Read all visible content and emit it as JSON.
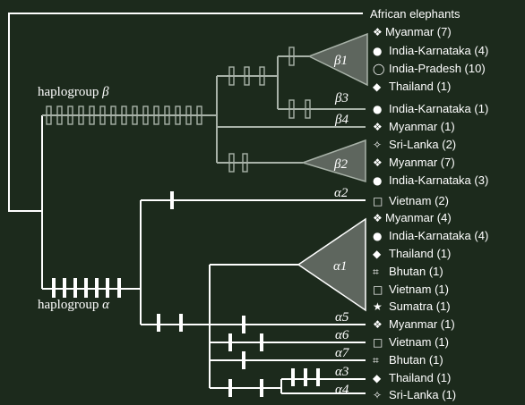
{
  "outgroup": "African elephants",
  "groups": {
    "beta": {
      "name": "haplogroup",
      "symbol": "β"
    },
    "alpha": {
      "name": "haplogroup",
      "symbol": "α"
    }
  },
  "clades": {
    "b1": "β1",
    "b2": "β2",
    "b3": "β3",
    "b4": "β4",
    "a1": "α1",
    "a2": "α2",
    "a3": "α3",
    "a4": "α4",
    "a5": "α5",
    "a6": "α6",
    "a7": "α7"
  },
  "leaves": [
    {
      "icon": "❖",
      "label": "Myanmar (7)"
    },
    {
      "icon": "●",
      "label": "India-Karnataka (4)"
    },
    {
      "icon": "◯",
      "label": "India-Pradesh (10)"
    },
    {
      "icon": "◆",
      "label": "Thailand (1)"
    },
    {
      "icon": "●",
      "label": "India-Karnataka (1)"
    },
    {
      "icon": "❖",
      "label": "Myanmar (1)"
    },
    {
      "icon": "✧",
      "label": "Sri-Lanka (2)"
    },
    {
      "icon": "❖",
      "label": "Myanmar (7)"
    },
    {
      "icon": "●",
      "label": "India-Karnataka (3)"
    },
    {
      "icon": "□",
      "label": "Vietnam (2)"
    },
    {
      "icon": "❖",
      "label": "Myanmar (4)"
    },
    {
      "icon": "●",
      "label": "India-Karnataka (4)"
    },
    {
      "icon": "◆",
      "label": "Thailand (1)"
    },
    {
      "icon": "⌗",
      "label": "Bhutan (1)"
    },
    {
      "icon": "□",
      "label": "Vietnam (1)"
    },
    {
      "icon": "★",
      "label": "Sumatra (1)"
    },
    {
      "icon": "❖",
      "label": "Myanmar (1)"
    },
    {
      "icon": "□",
      "label": "Vietnam (1)"
    },
    {
      "icon": "⌗",
      "label": "Bhutan (1)"
    },
    {
      "icon": "◆",
      "label": "Thailand (1)"
    },
    {
      "icon": "✧",
      "label": "Sri-Lanka (1)"
    }
  ]
}
